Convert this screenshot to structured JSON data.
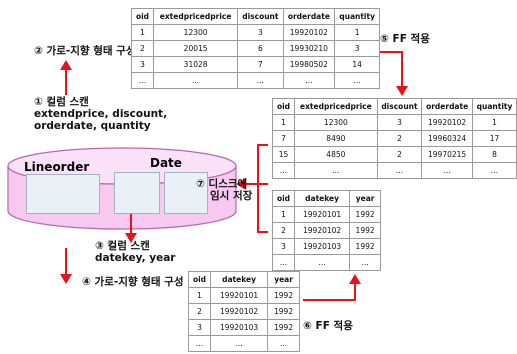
{
  "steps": {
    "s1": [
      "① 컬럼 스캔",
      "extendprice, discount,",
      "orderdate, quantity"
    ],
    "s2": "② 가로-지향 형태 구성",
    "s3": [
      "③ 컬럼 스캔",
      "datekey, year"
    ],
    "s4": "④ 가로-지향 형태 구성",
    "s5": "⑤ FF 적용",
    "s6": "⑥ FF 적용",
    "s7": [
      "⑦ 디스크에",
      "임시 저장"
    ]
  },
  "storage": {
    "lineorder": "Lineorder",
    "date": "Date"
  },
  "table_orders": {
    "headers": [
      "oid",
      "extedpricedprice",
      "discount",
      "orderdate",
      "quantity"
    ],
    "rows": [
      [
        "1",
        "12300",
        "3",
        "19920102",
        "1"
      ],
      [
        "2",
        "20015",
        "6",
        "19930210",
        "3"
      ],
      [
        "3",
        "31028",
        "7",
        "19980502",
        "14"
      ],
      [
        "...",
        "...",
        "...",
        "...",
        "..."
      ]
    ]
  },
  "table_filtered": {
    "headers": [
      "oid",
      "extedpricedprice",
      "discount",
      "orderdate",
      "quantity"
    ],
    "rows": [
      [
        "1",
        "12300",
        "3",
        "19920102",
        "1"
      ],
      [
        "7",
        "8490",
        "2",
        "19960324",
        "17"
      ],
      [
        "15",
        "4850",
        "2",
        "19970215",
        "8"
      ],
      [
        "...",
        "...",
        "...",
        "...",
        "..."
      ]
    ]
  },
  "table_date_temp": {
    "headers": [
      "oid",
      "datekey",
      "year"
    ],
    "rows": [
      [
        "1",
        "19920101",
        "1992"
      ],
      [
        "2",
        "19920102",
        "1992"
      ],
      [
        "3",
        "19920103",
        "1992"
      ],
      [
        "...",
        "...",
        "..."
      ]
    ]
  },
  "table_date": {
    "headers": [
      "oid",
      "datekey",
      "year"
    ],
    "rows": [
      [
        "1",
        "19920101",
        "1992"
      ],
      [
        "2",
        "19920102",
        "1992"
      ],
      [
        "3",
        "19920103",
        "1992"
      ],
      [
        "...",
        "...",
        "..."
      ]
    ]
  },
  "colors": {
    "arrow": "#e8121a",
    "cylinder_fill": "#f7c9f1",
    "cylinder_stroke": "#b46ab0"
  }
}
